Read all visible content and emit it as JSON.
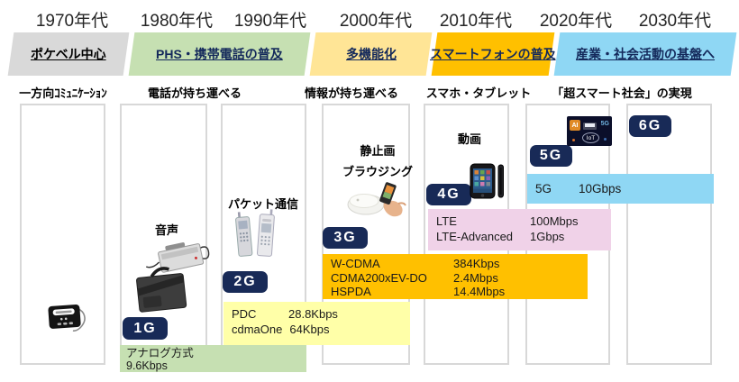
{
  "decades": [
    "1970年代",
    "1980年代",
    "1990年代",
    "2000年代",
    "2010年代",
    "2020年代",
    "2030年代"
  ],
  "era_bands": [
    {
      "label": "ポケベル中心",
      "color": "#d9d9d9"
    },
    {
      "label": "PHS・携帯電話の普及",
      "color": "#c6e0b2"
    },
    {
      "label": "多機能化",
      "color": "#ffe596"
    },
    {
      "label": "スマートフォンの普及",
      "color": "#ffc000"
    },
    {
      "label": "産業・社会活動の基盤へ",
      "color": "#8fd7f4"
    }
  ],
  "column_captions": [
    "一方向ｺﾐｭﾆｹｰｼｮﾝ",
    "電話が持ち運べる",
    "情報が持ち運べる",
    "スマホ・タブレット",
    "「超スマート社会」の実現"
  ],
  "feature_labels": {
    "voice": "音声",
    "packet": "パケット通信",
    "still_image": "静止画",
    "browsing": "ブラウジング",
    "video": "動画"
  },
  "generations": {
    "g1": "1G",
    "g2": "2G",
    "g3": "3G",
    "g4": "4G",
    "g5": "5G",
    "g6": "6G"
  },
  "speed_bands": {
    "analog": {
      "color": "#c6e0b2",
      "line1": "アナログ方式",
      "line2": "9.6Kbps"
    },
    "band2g": {
      "color": "#ffffa8",
      "rows": [
        {
          "tech": "PDC",
          "speed": "28.8Kbps"
        },
        {
          "tech": "cdmaOne",
          "speed": "64Kbps"
        }
      ]
    },
    "band3g": {
      "color": "#ffc000",
      "rows": [
        {
          "tech": "W-CDMA",
          "speed": "384Kbps"
        },
        {
          "tech": "CDMA200xEV-DO",
          "speed": "2.4Mbps"
        },
        {
          "tech": "HSPDA",
          "speed": "14.4Mbps"
        }
      ]
    },
    "band4g": {
      "color": "#f0d2e8",
      "rows": [
        {
          "tech": "LTE",
          "speed": "100Mbps"
        },
        {
          "tech": "LTE-Advanced",
          "speed": "1Gbps"
        }
      ]
    },
    "band5g": {
      "color": "#8fd7f4",
      "rows": [
        {
          "tech": "5G",
          "speed": "10Gbps"
        }
      ]
    }
  },
  "future_image": {
    "ai": "AI",
    "five_g": "5G",
    "iot": "IoT"
  },
  "colors": {
    "generation_badge": "#182a57",
    "column_border": "#d8d8d8"
  }
}
